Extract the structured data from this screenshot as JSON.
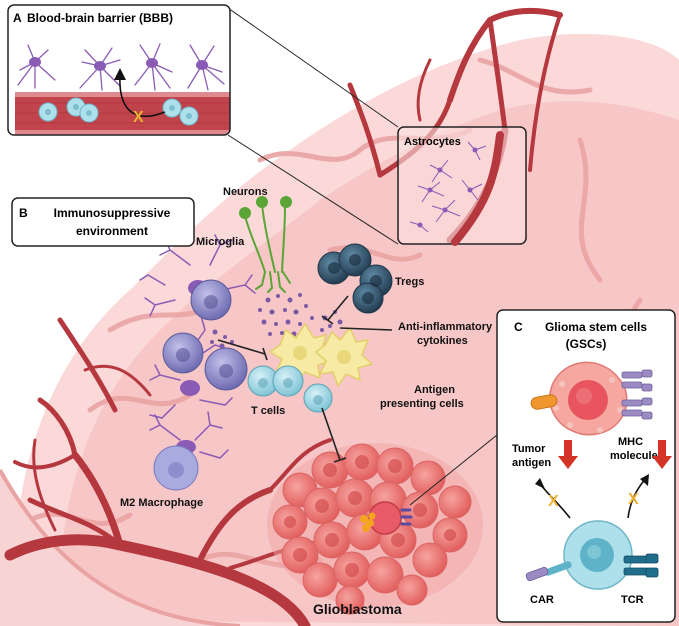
{
  "panel_a": {
    "letter": "A",
    "title": "Blood-brain barrier (BBB)",
    "block_mark": "X"
  },
  "panel_b": {
    "letter": "B",
    "title_line1": "Immunosuppressive",
    "title_line2": "environment"
  },
  "panel_c": {
    "letter": "C",
    "title_line1": "Glioma stem cells",
    "title_line2": "(GSCs)",
    "block_mark": "X"
  },
  "labels": {
    "astrocytes": "Astrocytes",
    "neurons": "Neurons",
    "microglia": "Microglia",
    "tregs": "Tregs",
    "anti_inflammatory_1": "Anti-inflammatory",
    "anti_inflammatory_2": "cytokines",
    "antigen_1": "Antigen",
    "antigen_2": "presenting cells",
    "t_cells": "T cells",
    "m2_macrophage": "M2 Macrophage",
    "glioblastoma": "Glioblastoma",
    "tumor_antigen_1": "Tumor",
    "tumor_antigen_2": "antigen",
    "mhc_1": "MHC",
    "mhc_2": "molecule",
    "car": "CAR",
    "tcr": "TCR"
  },
  "colors": {
    "brain_fill": "#f7c6c6",
    "brain_line": "#eaa3a3",
    "vessel": "#b5383f",
    "microglia": "#8a5bb5",
    "macrophage": "#9d9ed8",
    "treg": "#2f4f66",
    "t_cell": "#8fd0e0",
    "apc": "#f6eaa4",
    "tumor": "#e86d6d",
    "neuron": "#5aa535",
    "arrow_red": "#d43327",
    "block_x": "#f0b232"
  }
}
